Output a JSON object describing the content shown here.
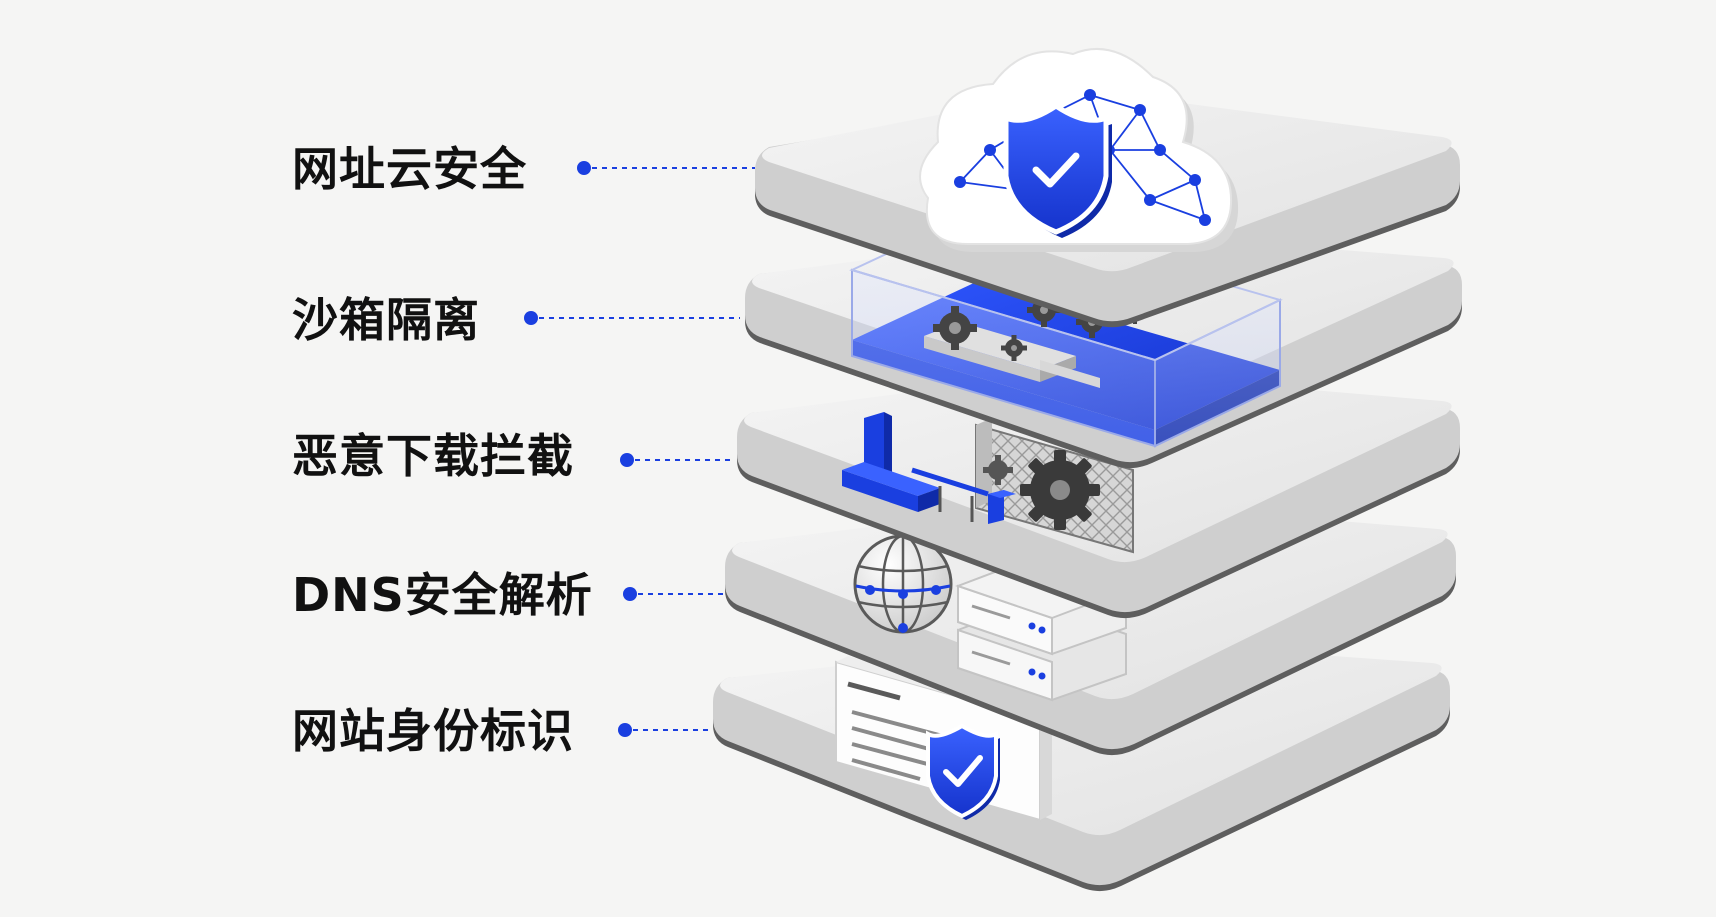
{
  "colors": {
    "accent": "#1a3fe0",
    "background": "#f5f5f4",
    "platform": "#ececec",
    "platform_edge": "#5e5e5e",
    "text": "#111111"
  },
  "layers": [
    {
      "id": "layer-1",
      "label": "网址云安全",
      "icon": "cloud-shield-icon"
    },
    {
      "id": "layer-2",
      "label": "沙箱隔离",
      "icon": "sandbox-container-icon"
    },
    {
      "id": "layer-3",
      "label": "恶意下载拦截",
      "icon": "download-block-icon"
    },
    {
      "id": "layer-4",
      "label": "DNS安全解析",
      "icon": "globe-server-icon"
    },
    {
      "id": "layer-5",
      "label": "网站身份标识",
      "icon": "certificate-shield-icon"
    }
  ]
}
